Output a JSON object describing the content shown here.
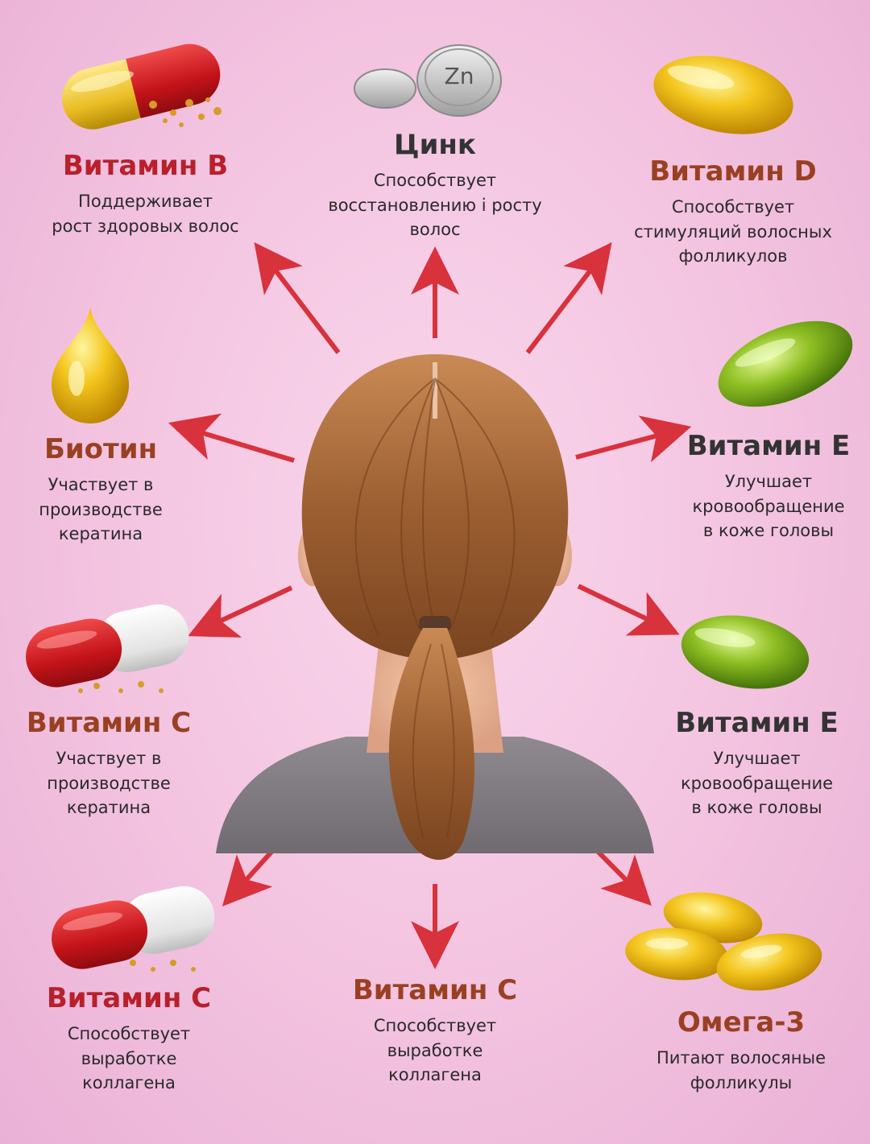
{
  "colors": {
    "arrow": "#d8323c",
    "title_red": "#b8202c",
    "title_brown": "#9a4022",
    "title_dark": "#333333"
  },
  "zinc_tablet_label": "Zn",
  "items": [
    {
      "id": "vitamin-b",
      "title": "Витамин B",
      "desc": [
        "Поддерживает",
        "рост здоровых волос"
      ],
      "icon": "capsule-yellow-red-icon"
    },
    {
      "id": "zinc",
      "title": "Цинк",
      "desc": [
        "Способствует",
        "восстановлению і росту",
        "волос"
      ],
      "icon": "zinc-tablet-icon"
    },
    {
      "id": "vitamin-d",
      "title": "Витамин D",
      "desc": [
        "Способствует",
        "стимуляций волосных",
        "фолликулов"
      ],
      "icon": "softgel-yellow-icon"
    },
    {
      "id": "biotin",
      "title": "Биотин",
      "desc": [
        "Участвует в",
        "производстве",
        "кератина"
      ],
      "icon": "oil-drop-icon"
    },
    {
      "id": "vitamin-e-1",
      "title": "Витамин E",
      "desc": [
        "Улучшает",
        "кровообращение",
        "в коже головы"
      ],
      "icon": "softgel-green-icon"
    },
    {
      "id": "vitamin-c-1",
      "title": "Витамин C",
      "desc": [
        "Участвует в",
        "производстве",
        "кератина"
      ],
      "icon": "capsule-red-white-icon"
    },
    {
      "id": "vitamin-e-2",
      "title": "Витамин E",
      "desc": [
        "Улучшает",
        "кровообращение",
        "в коже головы"
      ],
      "icon": "softgel-green-icon"
    },
    {
      "id": "vitamin-c-2",
      "title": "Витамин C",
      "desc": [
        "Способствует",
        "выработке",
        "коллагена"
      ],
      "icon": "capsule-red-white-icon"
    },
    {
      "id": "vitamin-c-3",
      "title": "Витамин C",
      "desc": [
        "Способствует",
        "выработке",
        "коллагена"
      ],
      "icon": "none"
    },
    {
      "id": "omega-3",
      "title": "Омега-3",
      "desc": [
        "Питают волосяные",
        "фолликулы"
      ],
      "icon": "softgels-omega-icon"
    }
  ]
}
